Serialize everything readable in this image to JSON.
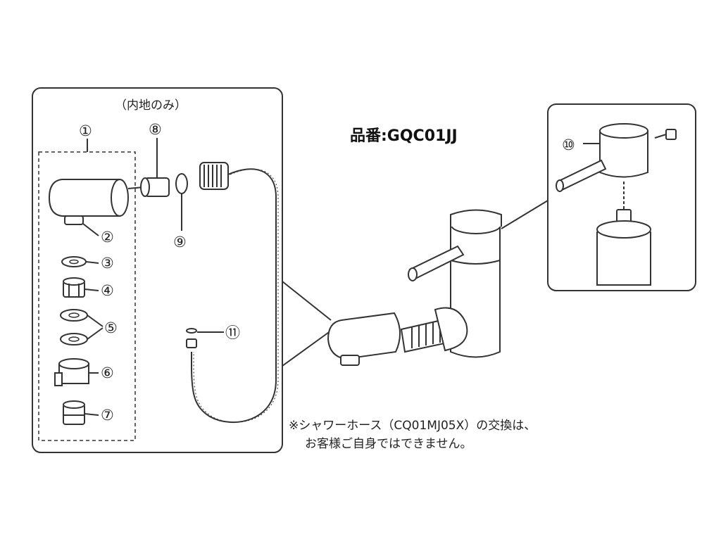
{
  "part_number": "品番:GQC01JJ",
  "inner_parts_caption": "（内地のみ）",
  "note_line1": "※シャワーホース（CQ01MJ05X）の交換は、",
  "note_line2": "お客様ご自身ではできません。",
  "callouts": {
    "c1": "①",
    "c2": "②",
    "c3": "③",
    "c4": "④",
    "c5": "⑤",
    "c6": "⑥",
    "c7": "⑦",
    "c8": "⑧",
    "c9": "⑨",
    "c10": "⑩",
    "c11": "⑪"
  }
}
